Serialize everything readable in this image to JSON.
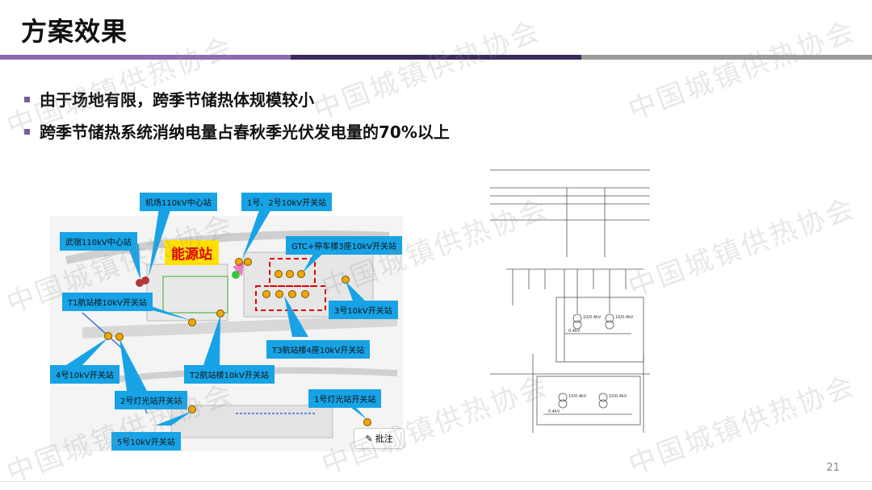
{
  "header": {
    "title": "方案效果"
  },
  "colors": {
    "rule_dark": "#3b2a5a",
    "rule_purple": "#8c6bb1",
    "rule_grey": "#9b9b9b",
    "bullet": "#7a5aa0",
    "callout_blue": "#17a3e6",
    "highlight": "#ffe000"
  },
  "bullets": [
    {
      "text": "由于场地有限，跨季节储热体规模较小"
    },
    {
      "text": "跨季节储热系统消纳电量占春秋季光伏发电量的70%以上"
    }
  ],
  "map": {
    "energy_station": "能源站",
    "labels": [
      "机场110kV中心站",
      "1号、2号10kV开关站",
      "武宿110kV中心站",
      "GTC+停车楼3座10kV开关站",
      "T1航站楼10kV开关站",
      "3号10kV开关站",
      "T3航站楼4座10kV开关站",
      "4号10kV开关站",
      "T2航站楼10kV开关站",
      "2号灯光站开关站",
      "1号灯光站开关站",
      "5号10kV开关站"
    ],
    "annotate_button": "批注"
  },
  "schematic": {
    "transformer_label": "10/0.4kV",
    "bus_label": "0.4kV"
  },
  "watermark": "中国城镇供热协会",
  "page_number": "21"
}
